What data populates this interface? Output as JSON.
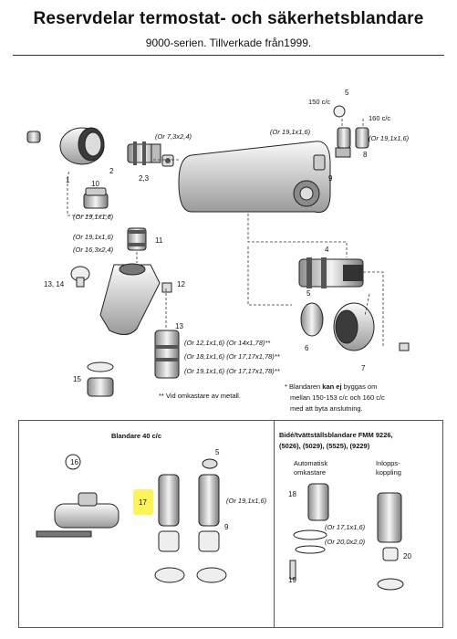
{
  "header": {
    "title": "Reservdelar termostat- och säkerhetsblandare",
    "subtitle": "9000-serien. Tillverkade från1999."
  },
  "labels": {
    "p1": "1",
    "p2": "2",
    "p23": "2,3",
    "p4": "4",
    "p5": "5",
    "p5b": "5",
    "p6": "6",
    "p7": "7",
    "p8": "8",
    "p9": "9",
    "p10": "10",
    "p11": "11",
    "p12": "12",
    "p13": "13",
    "p1314": "13, 14",
    "p15": "15",
    "c150": "150 c/c",
    "c160": "160 c/c",
    "or_7_3": "(Or 7,3x2,4)",
    "or_19_a": "(Or 19,1x1,6)",
    "or_19_b": "(Or 19,1x1,6)",
    "or_19_10": "(Or 19,1x1,6)",
    "or_19_11": "(Or 19,1x1,6)",
    "or_16_3": "(Or 16,3x2,4)",
    "or_12_1": "(Or 12,1x1,6) (Or 14x1,78)**",
    "or_18_1": "(Or 18,1x1,6) (Or 17,17x1,78)**",
    "or_19_13": "(Or 19,1x1,6) (Or 17,17x1,78)**"
  },
  "notes": {
    "metal_note": "** Vid omkastare av metall.",
    "star_note_1": "* Blandaren",
    "star_note_bold": "kan ej",
    "star_note_2": "byggas om",
    "star_note_line2": "mellan 150-153 c/c och 160 c/c",
    "star_note_line3": "med att byta anslutning."
  },
  "box_left": {
    "title": "Blandare 40 c/c",
    "p16": "16",
    "p17": "17",
    "p5": "5",
    "p9": "9",
    "or_19": "(Or 19,1x1,6)"
  },
  "box_right": {
    "title_line1": "Bidé/tvättställsblandare FMM 9226,",
    "title_line2": "(5026), (5029), (5525), (9229)",
    "auto_line1": "Automatisk",
    "auto_line2": "omkastare",
    "inlet_line1": "Inlopps-",
    "inlet_line2": "koppling",
    "p18": "18",
    "p19": "19",
    "p20": "20",
    "or_17": "(Or 17,1x1,6)",
    "or_20": "(Or 20,0x2,0)"
  },
  "highlight_color": "#fff35a"
}
